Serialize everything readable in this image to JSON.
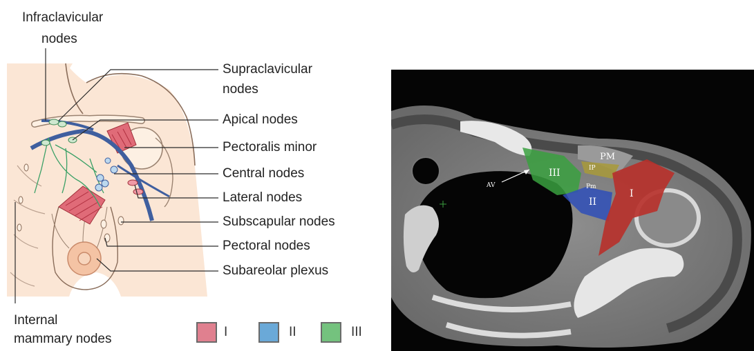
{
  "anatomy_labels": {
    "infraclavicular_line1": "Infraclavicular",
    "infraclavicular_line2": "nodes",
    "supraclavicular_line1": "Supraclavicular",
    "supraclavicular_line2": "nodes",
    "apical": "Apical nodes",
    "pectoralis_minor": "Pectoralis minor",
    "central": "Central nodes",
    "lateral": "Lateral nodes",
    "subscapular": "Subscapular nodes",
    "pectoral": "Pectoral nodes",
    "subareolar": "Subareolar plexus",
    "internal_mammary_line1": "Internal",
    "internal_mammary_line2": "mammary nodes"
  },
  "legend": [
    {
      "label": "I",
      "color": "#e0808f"
    },
    {
      "label": "II",
      "color": "#6aa9d8"
    },
    {
      "label": "III",
      "color": "#74c27e"
    }
  ],
  "ct_labels": {
    "pm": "PM",
    "level1": "I",
    "level2": "II",
    "level3": "III",
    "ip": "IP",
    "pm_small": "Pm",
    "av": "AV"
  },
  "colors": {
    "level1_region": "#b8302a",
    "level2_region": "#2f4fb8",
    "level3_region": "#3aa040",
    "ip_region": "#a89a3a",
    "skin": "#fbe6d5",
    "lymph_vessel": "#3f5f9f"
  }
}
